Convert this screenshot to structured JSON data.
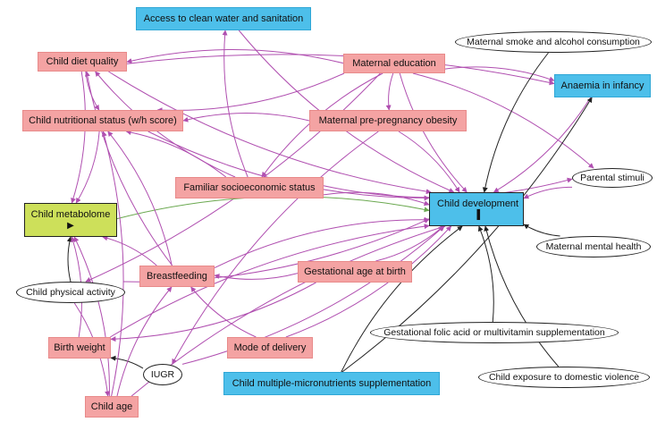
{
  "nodes": {
    "access_water": {
      "label": "Access to clean water and sanitation"
    },
    "maternal_smoke": {
      "label": "Maternal smoke and alcohol consumption"
    },
    "child_diet": {
      "label": "Child diet quality"
    },
    "maternal_education": {
      "label": "Maternal education"
    },
    "anaemia": {
      "label": "Anaemia in infancy"
    },
    "child_nutritional": {
      "label": "Child nutritional status (w/h score)"
    },
    "maternal_obesity": {
      "label": "Maternal pre-pregnancy obesity"
    },
    "parental_stimuli": {
      "label": "Parental stimuli"
    },
    "familiar_ses": {
      "label": "Familiar socioeconomic status"
    },
    "child_metabolome": {
      "label": "Child metabolome",
      "marker": "▶"
    },
    "child_development": {
      "label": "Child development",
      "marker": "▌"
    },
    "maternal_mental": {
      "label": "Maternal mental health"
    },
    "child_activity": {
      "label": "Child physical activity"
    },
    "breastfeeding": {
      "label": "Breastfeeding"
    },
    "gestational_age": {
      "label": "Gestational age at birth"
    },
    "gestational_folic": {
      "label": "Gestational folic acid or multivitamin supplementation"
    },
    "birth_weight": {
      "label": "Birth weight"
    },
    "mode_delivery": {
      "label": "Mode of delivery"
    },
    "iugr": {
      "label": "IUGR"
    },
    "micronutrients": {
      "label": "Child multiple-micronutrients supplementation"
    },
    "domestic_violence": {
      "label": "Child exposure to domestic violence"
    },
    "child_age": {
      "label": "Child age"
    }
  },
  "colors": {
    "pink_node": "#f4a3a3",
    "blue_node": "#4dbfea",
    "green_node": "#cde05a",
    "purple_edge": "#b04fb0",
    "black_edge": "#222222",
    "green_edge": "#6aa84f"
  },
  "edges": [
    {
      "from": "access_water",
      "to": "child_development",
      "color": "purple"
    },
    {
      "from": "familiar_ses",
      "to": "access_water",
      "color": "purple"
    },
    {
      "from": "child_diet",
      "to": "child_nutritional",
      "color": "purple"
    },
    {
      "from": "child_diet",
      "to": "child_metabolome",
      "color": "purple"
    },
    {
      "from": "child_diet",
      "to": "child_development",
      "color": "purple"
    },
    {
      "from": "child_diet",
      "to": "anaemia",
      "color": "purple"
    },
    {
      "from": "maternal_education",
      "to": "child_diet",
      "color": "purple"
    },
    {
      "from": "maternal_education",
      "to": "child_nutritional",
      "color": "purple"
    },
    {
      "from": "maternal_education",
      "to": "maternal_obesity",
      "color": "purple"
    },
    {
      "from": "maternal_education",
      "to": "anaemia",
      "color": "purple"
    },
    {
      "from": "maternal_education",
      "to": "child_development",
      "color": "purple"
    },
    {
      "from": "maternal_education",
      "to": "parental_stimuli",
      "color": "purple"
    },
    {
      "from": "maternal_education",
      "to": "familiar_ses",
      "color": "purple"
    },
    {
      "from": "maternal_education",
      "to": "child_activity",
      "color": "purple"
    },
    {
      "from": "maternal_obesity",
      "to": "child_nutritional",
      "color": "purple"
    },
    {
      "from": "maternal_obesity",
      "to": "child_development",
      "color": "purple"
    },
    {
      "from": "maternal_obesity",
      "to": "iugr",
      "color": "purple"
    },
    {
      "from": "child_nutritional",
      "to": "child_metabolome",
      "color": "purple"
    },
    {
      "from": "child_nutritional",
      "to": "child_development",
      "color": "purple"
    },
    {
      "from": "familiar_ses",
      "to": "child_diet",
      "color": "purple"
    },
    {
      "from": "familiar_ses",
      "to": "child_nutritional",
      "color": "purple"
    },
    {
      "from": "familiar_ses",
      "to": "child_development",
      "color": "purple"
    },
    {
      "from": "familiar_ses",
      "to": "parental_stimuli",
      "color": "purple"
    },
    {
      "from": "child_metabolome",
      "to": "child_development",
      "color": "green"
    },
    {
      "from": "parental_stimuli",
      "to": "child_development",
      "color": "purple"
    },
    {
      "from": "anaemia",
      "to": "child_development",
      "color": "purple"
    },
    {
      "from": "maternal_smoke",
      "to": "child_development",
      "color": "black"
    },
    {
      "from": "maternal_mental",
      "to": "child_development",
      "color": "black"
    },
    {
      "from": "micronutrients",
      "to": "anaemia",
      "color": "black"
    },
    {
      "from": "micronutrients",
      "to": "child_development",
      "color": "black"
    },
    {
      "from": "gestational_folic",
      "to": "child_development",
      "color": "black"
    },
    {
      "from": "domestic_violence",
      "to": "child_development",
      "color": "black"
    },
    {
      "from": "iugr",
      "to": "birth_weight",
      "color": "black"
    },
    {
      "from": "child_activity",
      "to": "child_metabolome",
      "color": "black"
    },
    {
      "from": "child_activity",
      "to": "child_development",
      "color": "purple"
    },
    {
      "from": "breastfeeding",
      "to": "child_development",
      "color": "purple"
    },
    {
      "from": "breastfeeding",
      "to": "child_nutritional",
      "color": "purple"
    },
    {
      "from": "breastfeeding",
      "to": "child_diet",
      "color": "purple"
    },
    {
      "from": "breastfeeding",
      "to": "child_metabolome",
      "color": "purple"
    },
    {
      "from": "gestational_age",
      "to": "breastfeeding",
      "color": "purple"
    },
    {
      "from": "gestational_age",
      "to": "child_development",
      "color": "purple"
    },
    {
      "from": "gestational_age",
      "to": "birth_weight",
      "color": "purple"
    },
    {
      "from": "birth_weight",
      "to": "child_metabolome",
      "color": "purple"
    },
    {
      "from": "birth_weight",
      "to": "child_development",
      "color": "purple"
    },
    {
      "from": "mode_delivery",
      "to": "child_development",
      "color": "purple"
    },
    {
      "from": "mode_delivery",
      "to": "breastfeeding",
      "color": "purple"
    },
    {
      "from": "iugr",
      "to": "child_development",
      "color": "purple"
    },
    {
      "from": "child_age",
      "to": "child_development",
      "color": "purple"
    },
    {
      "from": "child_age",
      "to": "child_nutritional",
      "color": "purple"
    },
    {
      "from": "child_age",
      "to": "breastfeeding",
      "color": "purple"
    },
    {
      "from": "child_age",
      "to": "child_metabolome",
      "color": "purple"
    },
    {
      "from": "child_activity",
      "to": "child_age",
      "color": "purple"
    }
  ]
}
